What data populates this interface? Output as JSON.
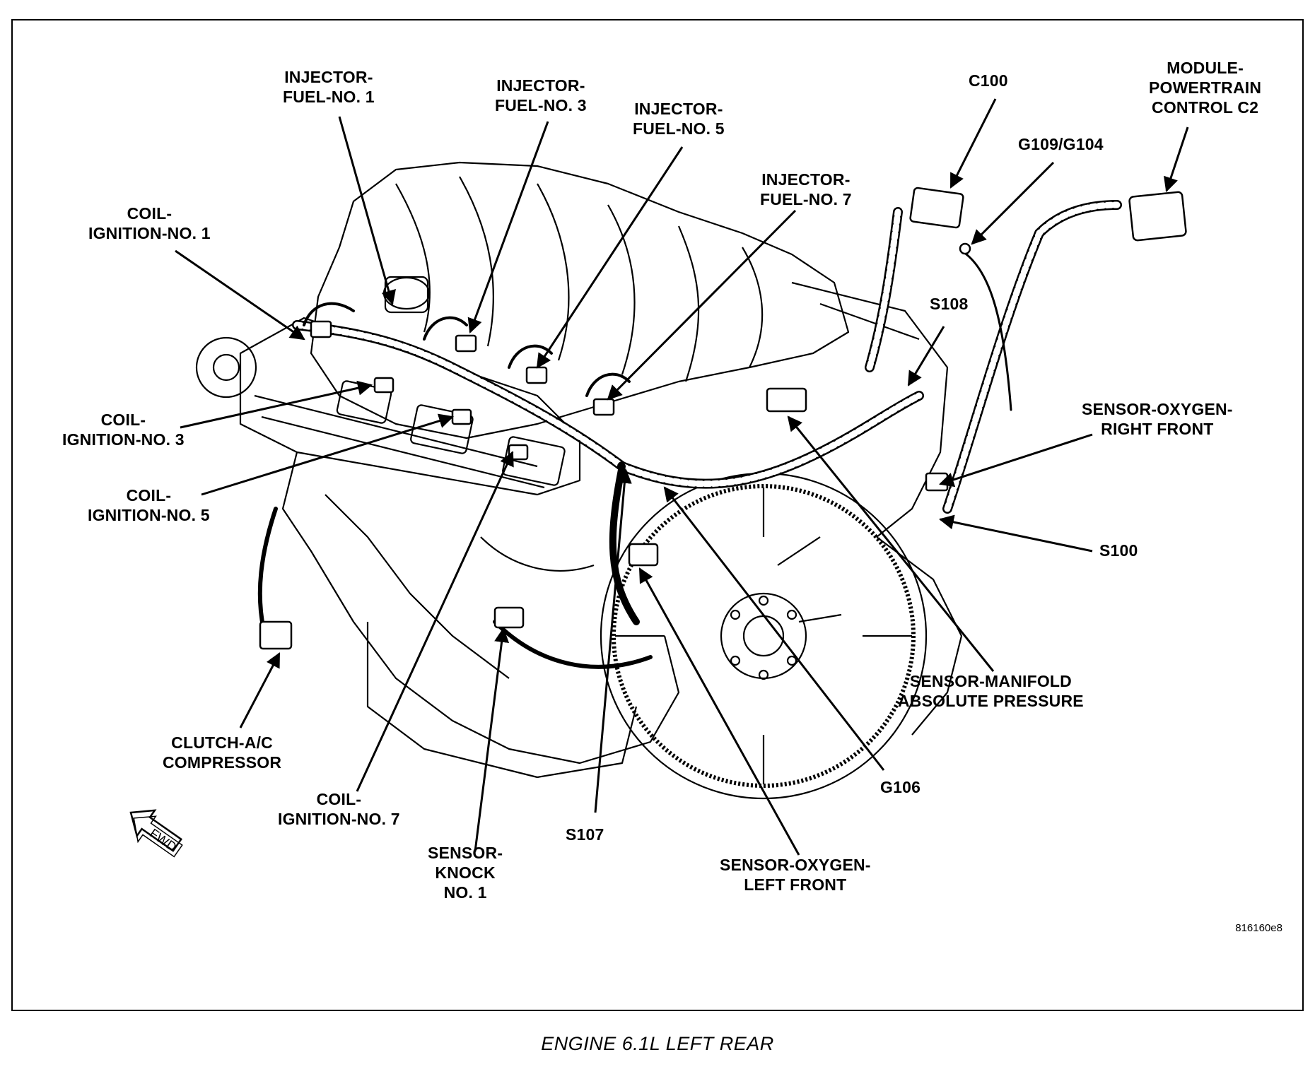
{
  "caption": "ENGINE 6.1L LEFT REAR",
  "figure_number": "816160e8",
  "fwd_label": "FWD",
  "labels": {
    "injector_1": [
      "INJECTOR-",
      "FUEL-NO. 1"
    ],
    "injector_3": [
      "INJECTOR-",
      "FUEL-NO. 3"
    ],
    "injector_5": [
      "INJECTOR-",
      "FUEL-NO. 5"
    ],
    "injector_7": [
      "INJECTOR-",
      "FUEL-NO. 7"
    ],
    "c100": [
      "C100"
    ],
    "g109_g104": [
      "G109/G104"
    ],
    "module_pcm": [
      "MODULE-",
      "POWERTRAIN",
      "CONTROL C2"
    ],
    "coil_1": [
      "COIL-",
      "IGNITION-NO. 1"
    ],
    "coil_3": [
      "COIL-",
      "IGNITION-NO. 3"
    ],
    "coil_5": [
      "COIL-",
      "IGNITION-NO. 5"
    ],
    "coil_7": [
      "COIL-",
      "IGNITION-NO. 7"
    ],
    "s108": [
      "S108"
    ],
    "o2_right_front": [
      "SENSOR-OXYGEN-",
      "RIGHT FRONT"
    ],
    "s100": [
      "S100"
    ],
    "map_sensor": [
      "SENSOR-MANIFOLD",
      "ABSOLUTE PRESSURE"
    ],
    "clutch_ac": [
      "CLUTCH-A/C",
      "COMPRESSOR"
    ],
    "g106": [
      "G106"
    ],
    "s107": [
      "S107"
    ],
    "knock_sensor": [
      "SENSOR-",
      "KNOCK",
      "NO. 1"
    ],
    "o2_left_front": [
      "SENSOR-OXYGEN-",
      "LEFT FRONT"
    ]
  }
}
